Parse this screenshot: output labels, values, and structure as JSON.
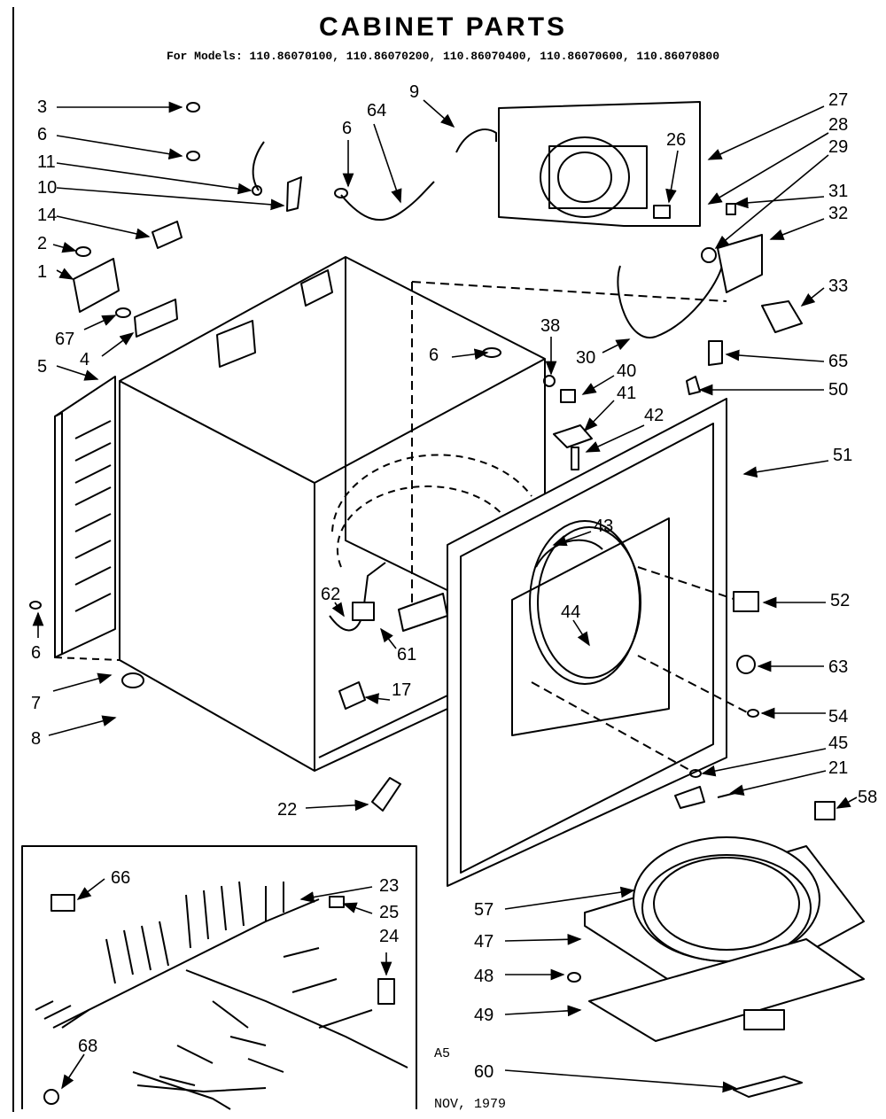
{
  "header": {
    "title": "CABINET PARTS",
    "models": "For Models: 110.86070100, 110.86070200, 110.86070400, 110.86070600, 110.86070800"
  },
  "footer": {
    "code": "A5",
    "date": "NOV, 1979"
  },
  "callouts": [
    "3",
    "6",
    "11",
    "10",
    "14",
    "2",
    "1",
    "67",
    "4",
    "5",
    "6",
    "7",
    "8",
    "9",
    "64",
    "6",
    "27",
    "28",
    "29",
    "26",
    "31",
    "32",
    "33",
    "30",
    "65",
    "50",
    "38",
    "6",
    "40",
    "41",
    "42",
    "51",
    "43",
    "52",
    "44",
    "63",
    "62",
    "61",
    "17",
    "54",
    "45",
    "21",
    "58",
    "22",
    "66",
    "23",
    "25",
    "24",
    "68",
    "57",
    "47",
    "48",
    "49",
    "60"
  ]
}
